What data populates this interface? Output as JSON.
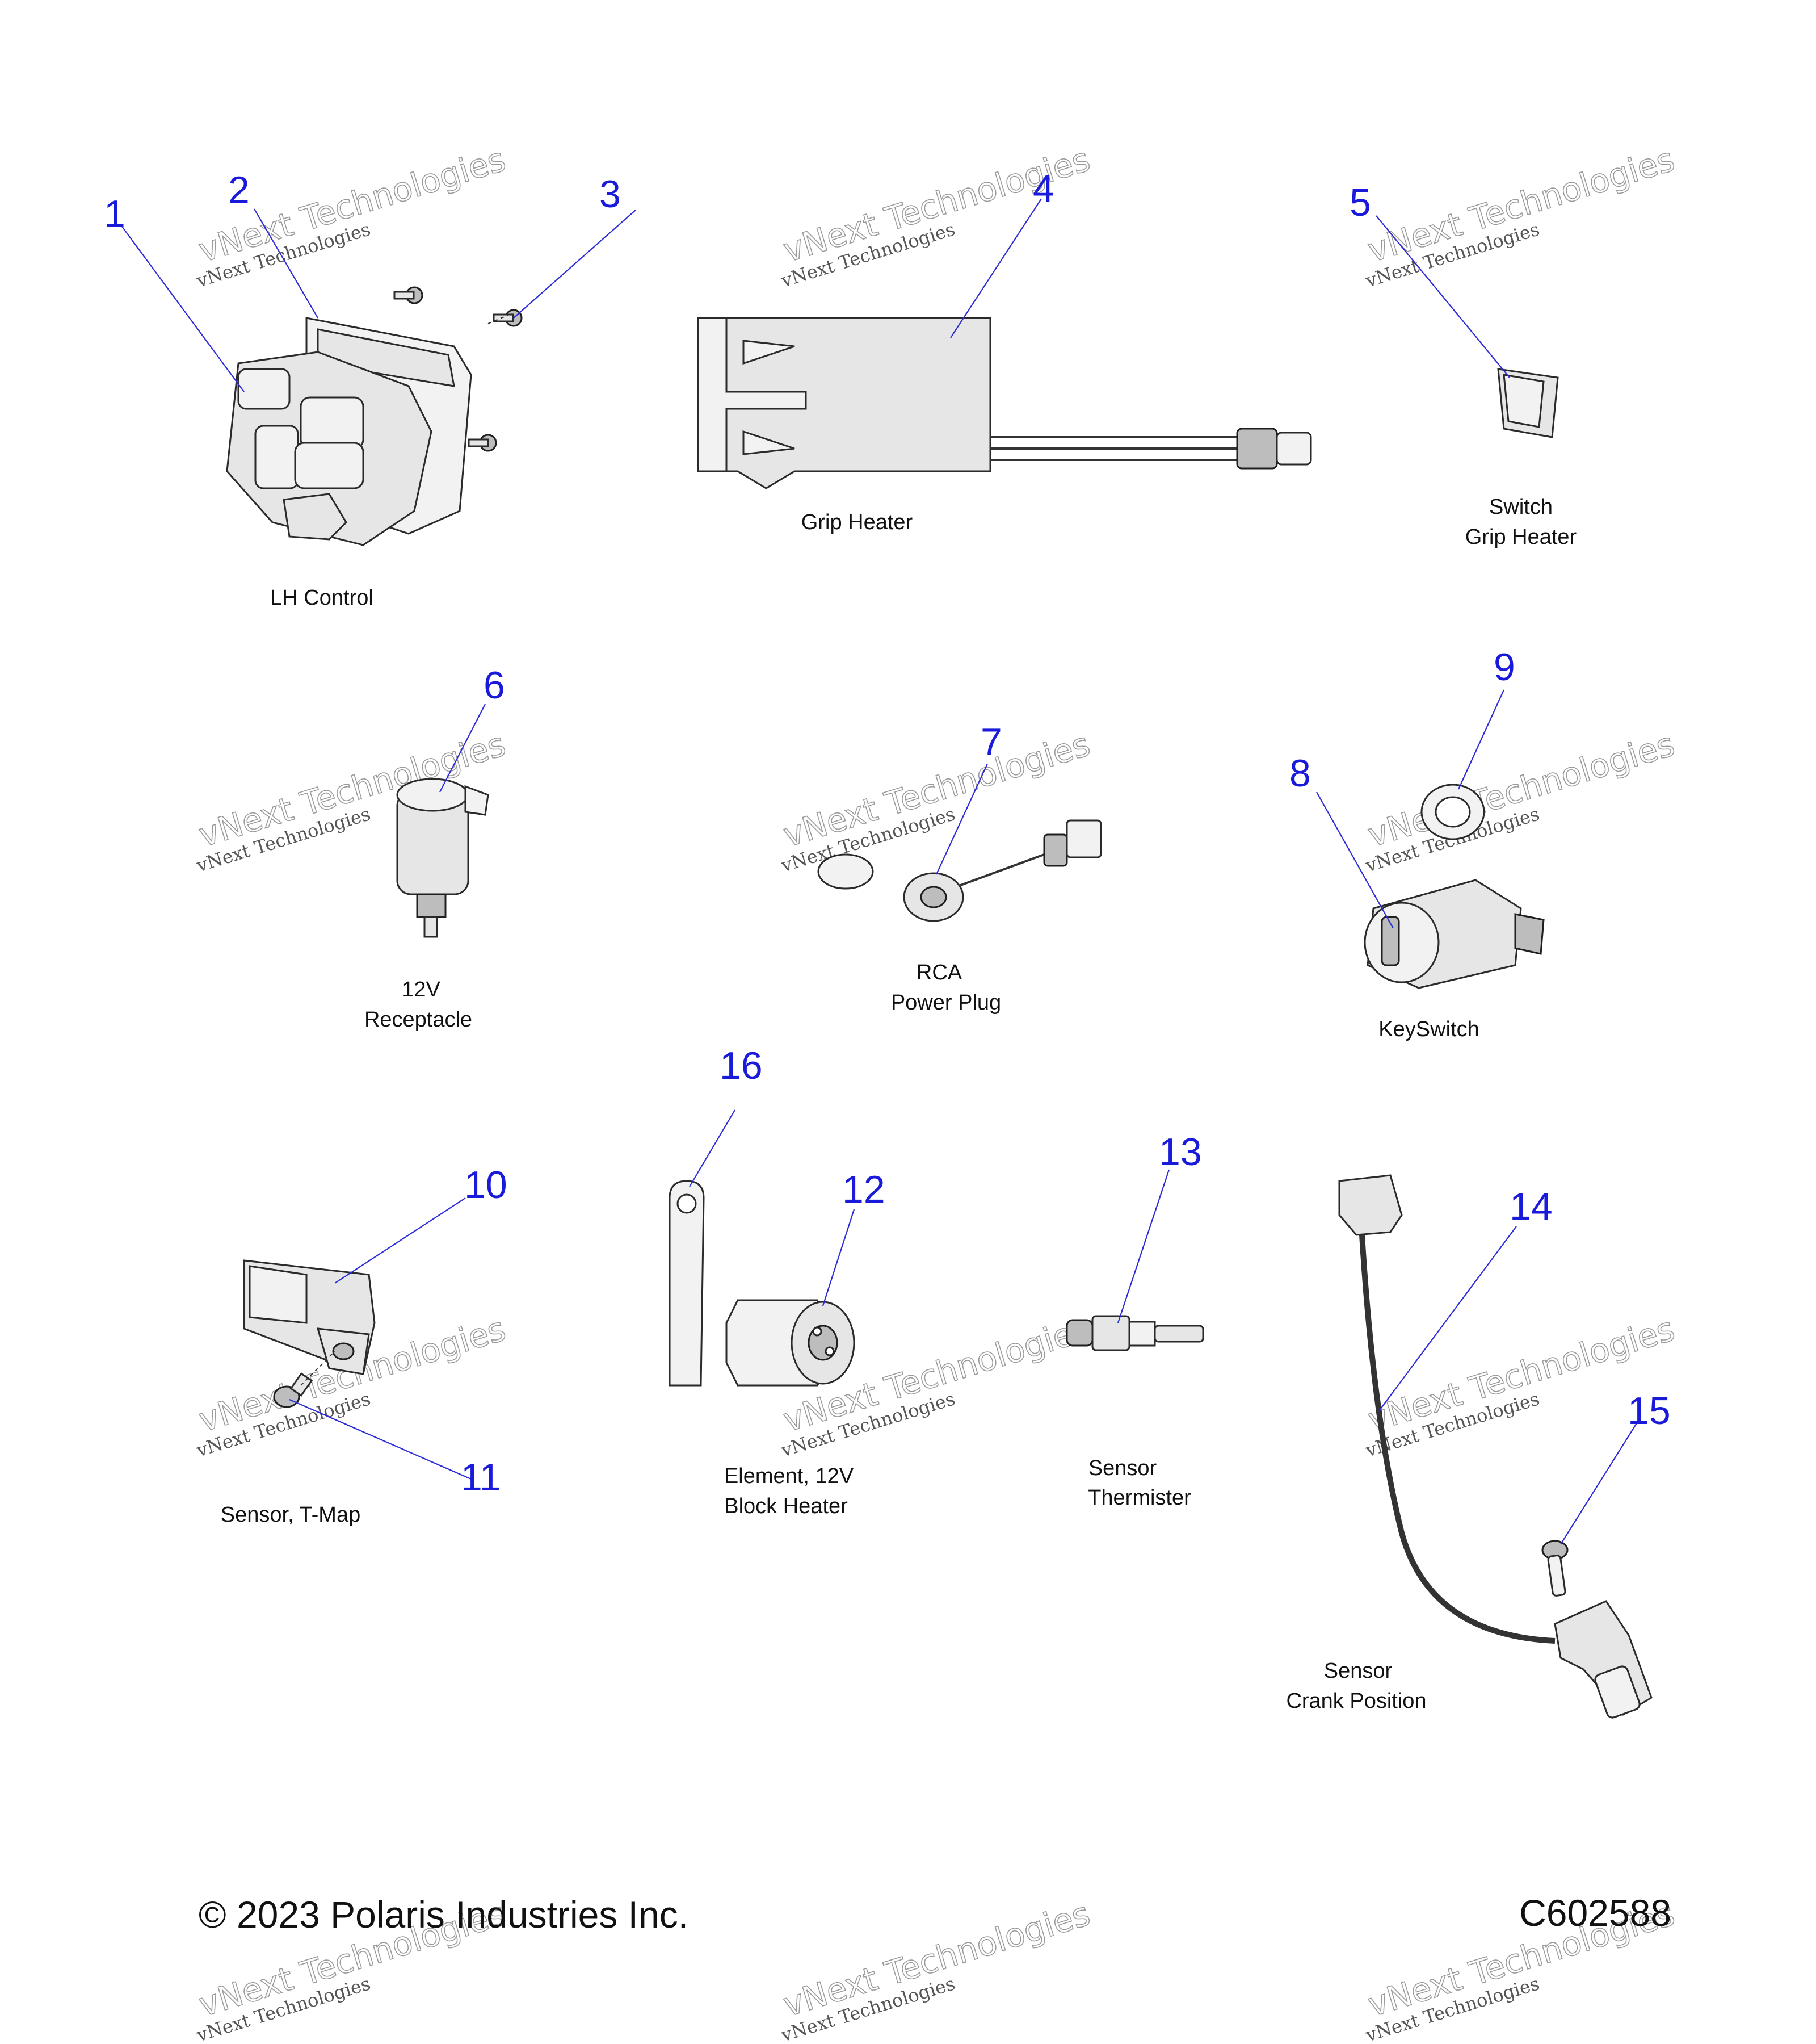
{
  "callouts": [
    "1",
    "2",
    "3",
    "4",
    "5",
    "6",
    "7",
    "8",
    "9",
    "10",
    "11",
    "12",
    "13",
    "14",
    "15",
    "16"
  ],
  "captions": {
    "lh_control": "LH Control",
    "grip_heater": "Grip Heater",
    "switch_grip_heater_1": "Switch",
    "switch_grip_heater_2": "Grip Heater",
    "receptacle_1": "12V",
    "receptacle_2": "Receptacle",
    "rca_1": "RCA",
    "rca_2": "Power Plug",
    "keyswitch": "KeySwitch",
    "tmap": "Sensor, T-Map",
    "block_heater_1": "Element, 12V",
    "block_heater_2": "Block Heater",
    "thermister_1": "Sensor",
    "thermister_2": "Thermister",
    "crank_1": "Sensor",
    "crank_2": "Crank Position"
  },
  "watermark": {
    "line1": "vNext Technologies",
    "line2": "vNext Technologies"
  },
  "footer": {
    "copyright": "© 2023 Polaris Industries Inc.",
    "code": "C602588"
  },
  "colors": {
    "callout": "#1a1adb",
    "leader": "#2b2bd8"
  }
}
